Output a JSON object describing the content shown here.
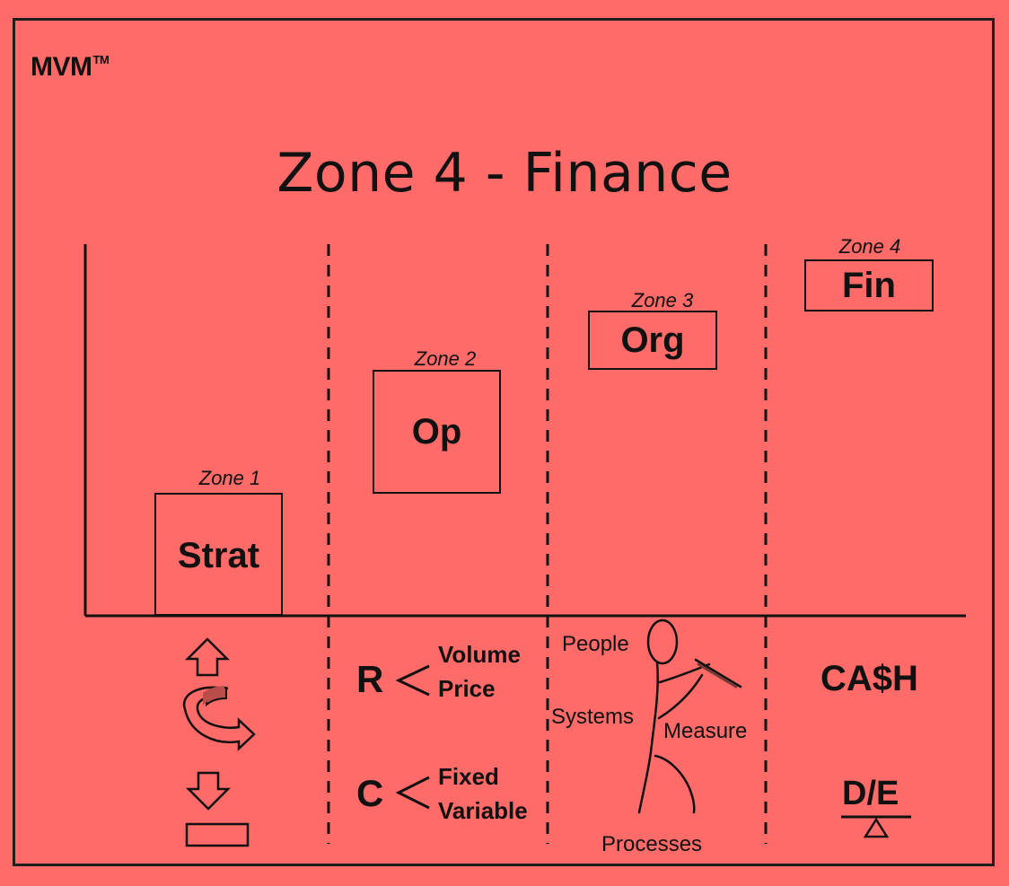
{
  "brand": {
    "name": "MVM",
    "mark": "TM"
  },
  "title": "Zone 4 - Finance",
  "zones": [
    {
      "label": "Zone 1",
      "box": "Strat"
    },
    {
      "label": "Zone 2",
      "box": "Op"
    },
    {
      "label": "Zone 3",
      "box": "Org"
    },
    {
      "label": "Zone 4",
      "box": "Fin"
    }
  ],
  "operations": {
    "revenue": {
      "letter": "R",
      "top": "Volume",
      "bottom": "Price"
    },
    "cost": {
      "letter": "C",
      "top": "Fixed",
      "bottom": "Variable"
    }
  },
  "organization": {
    "people": "People",
    "systems": "Systems",
    "measure": "Measure",
    "processes": "Processes"
  },
  "finance": {
    "cash": "CA$H",
    "ratio": "D/E"
  },
  "colors": {
    "background": "#ff6b68",
    "ink": "#111111"
  }
}
